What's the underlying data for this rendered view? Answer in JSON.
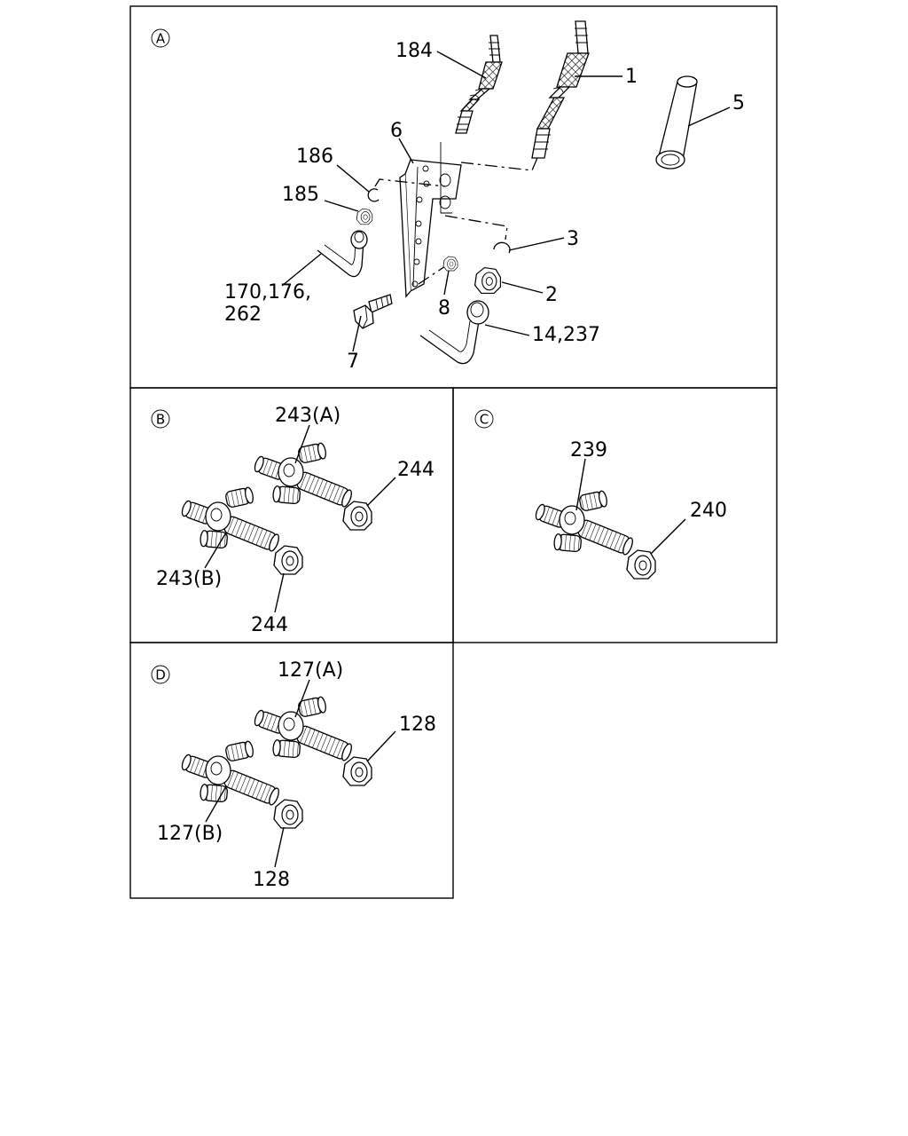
{
  "panels": {
    "a": {
      "id": "A",
      "labels": {
        "p184": "184",
        "p1": "1",
        "p5": "5",
        "p6": "6",
        "p186": "186",
        "p185": "185",
        "p3": "3",
        "p2": "2",
        "p170_line1": "170,176,",
        "p170_line2": "262",
        "p8": "8",
        "p7": "7",
        "p14": "14,237"
      }
    },
    "b": {
      "id": "B",
      "labels": {
        "p243a": "243(A)",
        "p244_top": "244",
        "p243b": "243(B)",
        "p244_bottom": "244"
      }
    },
    "c": {
      "id": "C",
      "labels": {
        "p239": "239",
        "p240": "240"
      }
    },
    "d": {
      "id": "D",
      "labels": {
        "p127a": "127(A)",
        "p128_top": "128",
        "p127b": "127(B)",
        "p128_bottom": "128"
      }
    }
  }
}
